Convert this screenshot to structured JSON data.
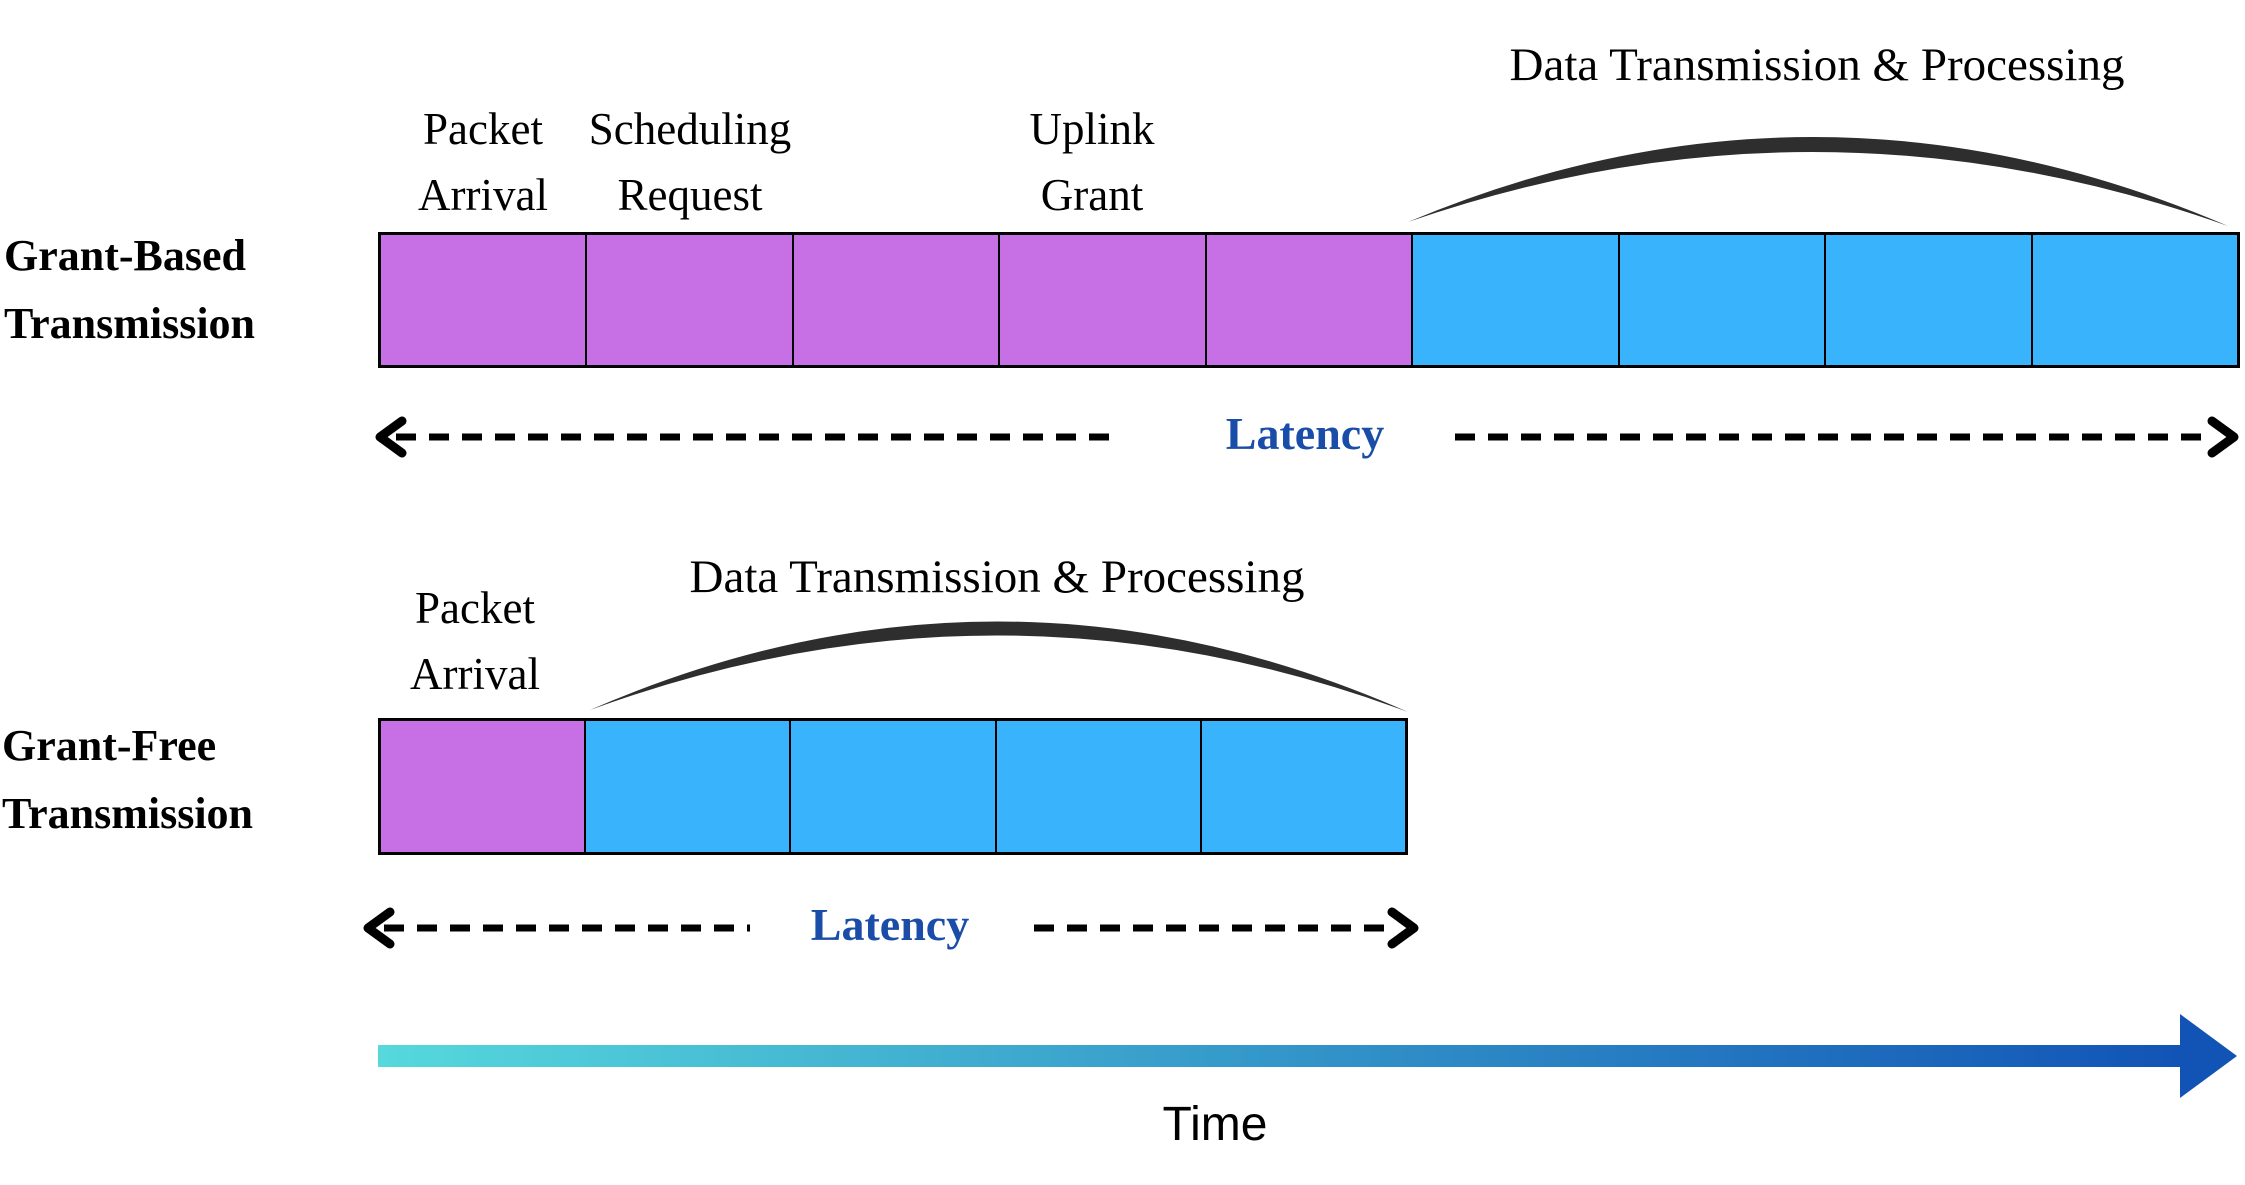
{
  "colors": {
    "purple": "#c76fe5",
    "blue": "#39b3fc",
    "latency_text": "#1a4da8",
    "arc": "#2e2e2e",
    "dash": "#000000",
    "time_gradient_start": "#56d8dc",
    "time_gradient_end": "#1254b6",
    "border": "#000000"
  },
  "grant_based": {
    "row_title": "Grant-Based\nTransmission",
    "labels": {
      "packet_arrival": "Packet\nArrival",
      "scheduling_request": "Scheduling\nRequest",
      "uplink_grant": "Uplink\nGrant"
    },
    "process_title": "Data Transmission & Processing",
    "latency_label": "Latency",
    "segments": [
      "purple",
      "purple",
      "purple",
      "purple",
      "purple",
      "blue",
      "blue",
      "blue",
      "blue"
    ]
  },
  "grant_free": {
    "row_title": "Grant-Free\nTransmission",
    "labels": {
      "packet_arrival": "Packet\nArrival"
    },
    "process_title": "Data Transmission & Processing",
    "latency_label": "Latency",
    "segments": [
      "purple",
      "blue",
      "blue",
      "blue",
      "blue"
    ]
  },
  "time_axis": {
    "label": "Time"
  }
}
